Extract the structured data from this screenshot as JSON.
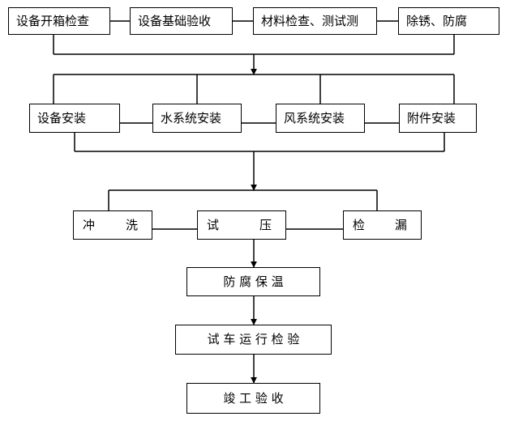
{
  "row1": [
    "设备开箱检查",
    "设备基础验收",
    "材料检查、测试测",
    "除锈、防腐"
  ],
  "row2": [
    "设备安装",
    "水系统安装",
    "风系统安装",
    "附件安装"
  ],
  "row3": [
    [
      "冲",
      "洗"
    ],
    [
      "试",
      "压"
    ],
    [
      "检",
      "漏"
    ]
  ],
  "chain": [
    "防 腐 保 温",
    "试 车 运 行 检 验",
    "竣 工 验 收"
  ]
}
